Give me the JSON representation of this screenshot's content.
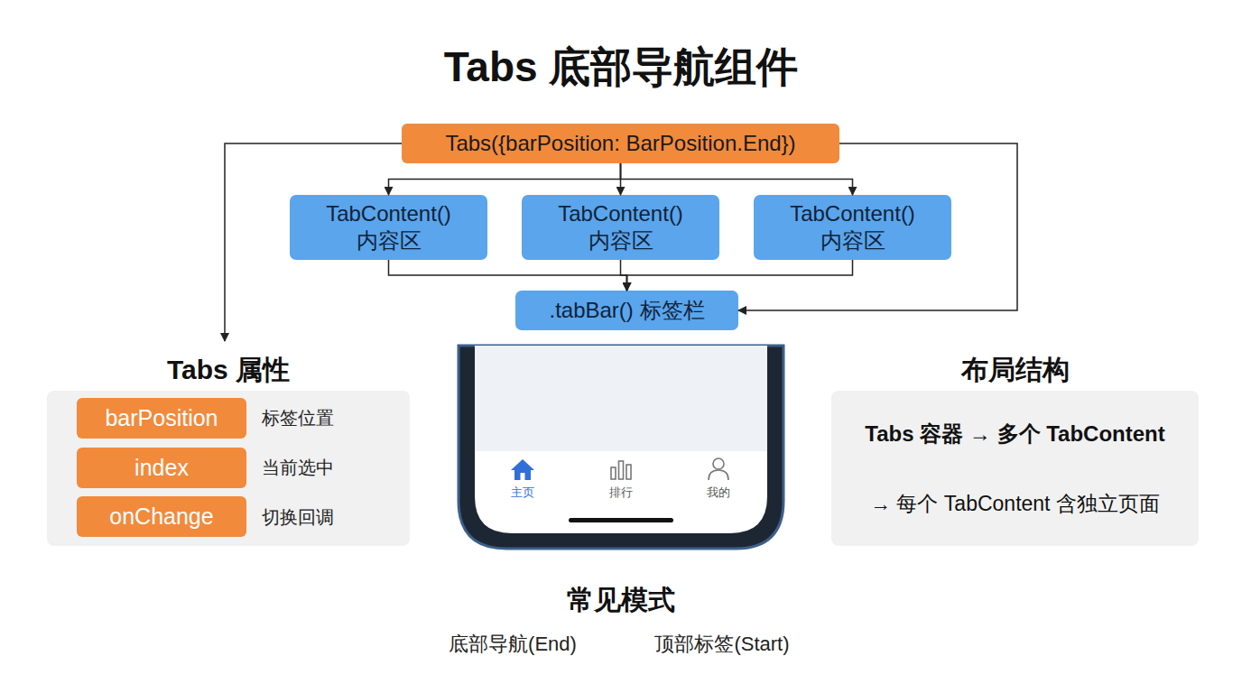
{
  "diagram": {
    "title": "Tabs 底部导航组件",
    "nodes": [
      {
        "text": [
          "Tabs({barPosition: BarPosition.End})"
        ]
      },
      {
        "text": [
          "TabContent()",
          "内容区"
        ]
      },
      {
        "text": [
          "TabContent()",
          "内容区"
        ]
      },
      {
        "text": [
          "TabContent()",
          "内容区"
        ]
      },
      {
        "text": [
          ".tabBar() 标签栏"
        ]
      },
      {
        "text": [
          "Tabs 属性"
        ]
      },
      {
        "text": [
          "barPosition"
        ],
        "in": 5
      },
      {
        "text": [
          "index"
        ],
        "in": 5
      },
      {
        "text": [
          "onChange"
        ],
        "in": 5
      },
      {
        "text": [
          "布局结构",
          "Tabs 容器 → 多个 TabContent",
          "→ 每个 TabContent 含独立页面"
        ]
      }
    ],
    "edges": [
      {
        "from": 0,
        "to": 1,
        "arrow": "to"
      },
      {
        "from": 0,
        "to": 2,
        "arrow": "to"
      },
      {
        "from": 0,
        "to": 3,
        "arrow": "to"
      },
      {
        "from": 1,
        "to": 4,
        "arrow": "to"
      },
      {
        "from": 2,
        "to": 4,
        "arrow": "to"
      },
      {
        "from": 3,
        "to": 4,
        "arrow": "to"
      },
      {
        "from": 0,
        "to": 4,
        "arrow": "to"
      },
      {
        "from": 0,
        "to": 5,
        "arrow": "to"
      }
    ],
    "labels": [
      "标签位置",
      "当前选中",
      "切换回调",
      "主页",
      "排行",
      "我的",
      "常见模式",
      "底部导航(End)",
      "顶部标签(Start)"
    ]
  }
}
